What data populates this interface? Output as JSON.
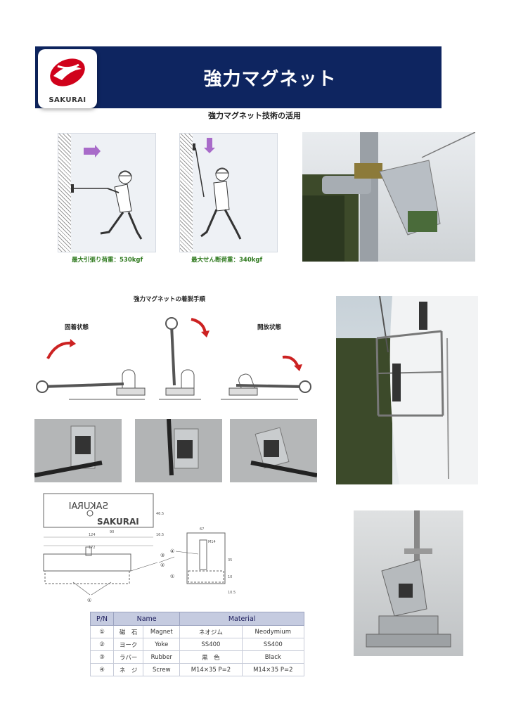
{
  "header": {
    "title": "強力マグネット",
    "logo_text": "SAKURAI",
    "brand_color": "#0e2560",
    "logo_color": "#d0021b"
  },
  "subtitle": "強力マグネット技術の活用",
  "loads": {
    "pull": "最大引張り荷重：530kgf",
    "shear": "最大せん断荷重：340kgf"
  },
  "procedure": {
    "title": "強力マグネットの着脱手順",
    "fixed": "固着状態",
    "open": "開放状態"
  },
  "drawing": {
    "brand_mirror": "SAKURAI",
    "brand": "SAKURAI",
    "dims": [
      "172",
      "124",
      "90",
      "46.5",
      "16.5",
      "67",
      "M14",
      "35",
      "10",
      "10.5"
    ],
    "callouts": [
      "①",
      "②",
      "③",
      "④"
    ]
  },
  "table": {
    "headers": [
      "P/N",
      "Name",
      "Material"
    ],
    "rows": [
      [
        "①",
        "磁　石",
        "Magnet",
        "ネオジム",
        "Neodymium"
      ],
      [
        "②",
        "ヨーク",
        "Yoke",
        "SS400",
        "SS400"
      ],
      [
        "③",
        "ラバー",
        "Rubber",
        "黒　色",
        "Black"
      ],
      [
        "④",
        "ネ　ジ",
        "Screw",
        "M14×35 P=2",
        "M14×35 P=2"
      ]
    ]
  },
  "colors": {
    "arrow_purple": "#a86bc9",
    "arrow_red": "#cc2222",
    "caption_green": "#2f7a1f"
  }
}
